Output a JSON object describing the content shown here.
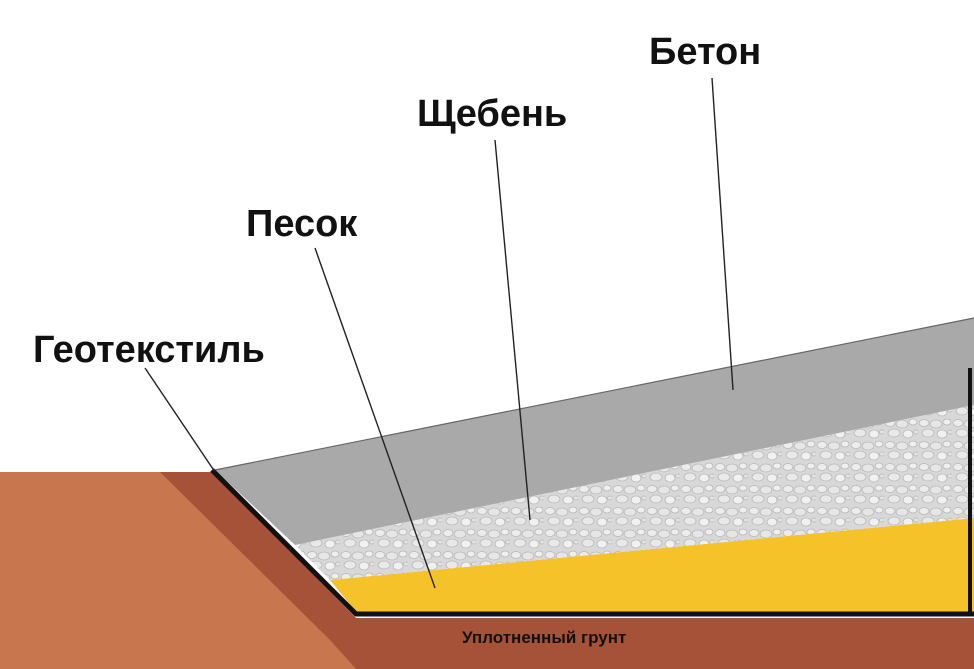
{
  "labels": {
    "beton": "Бетон",
    "shcheben": "Щебень",
    "pesok": "Песок",
    "geotekstil": "Геотекстиль",
    "grunt": "Уплотненный грунт"
  },
  "colors": {
    "soil": "#C8764E",
    "soil_dark": "#A55238",
    "concrete": "#A9A9A9",
    "gravel": "#D6D6D6",
    "sand": "#F6C22A",
    "geotextile": "#111111"
  }
}
